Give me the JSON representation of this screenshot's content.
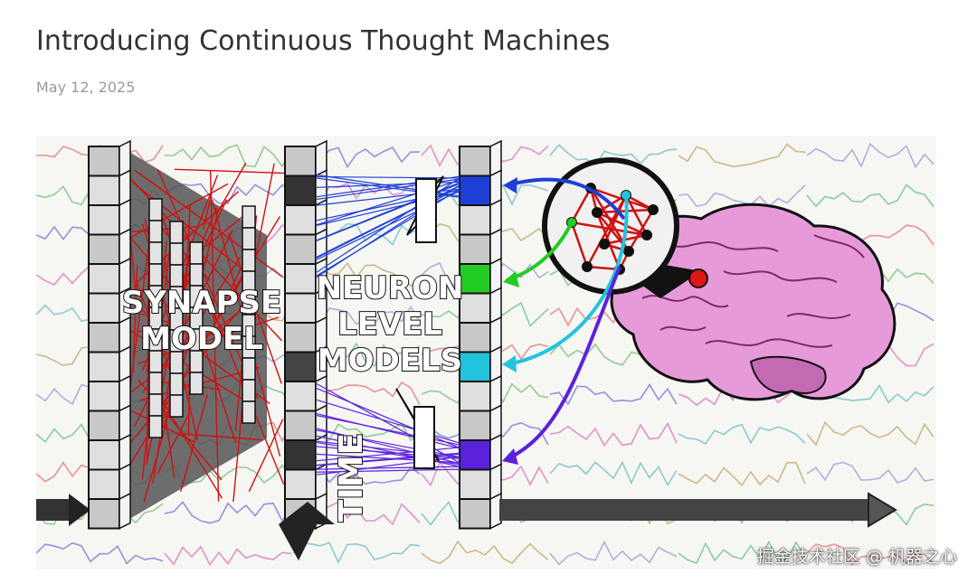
{
  "article": {
    "title": "Introducing Continuous Thought Machines",
    "date": "May 12, 2025"
  },
  "figure": {
    "labels": {
      "synapse_line1": "SYNAPSE",
      "synapse_line2": "MODEL",
      "neuron_line1": "NEURON",
      "neuron_line2": "LEVEL",
      "neuron_line3": "MODELS",
      "time": "TIME"
    },
    "colors": {
      "red_wires": "#d01010",
      "blue": "#1e3fd6",
      "green": "#22cc22",
      "cyan": "#22c4dd",
      "purple": "#5a22dd",
      "brain": "#e79ad8",
      "brain_dark": "#b5479e"
    }
  },
  "watermark": {
    "text": "掘金技术社区 @ 机器之心"
  }
}
